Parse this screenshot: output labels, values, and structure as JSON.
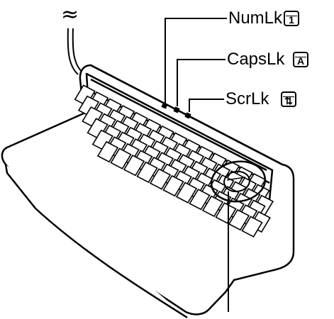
{
  "labels": {
    "num_lock": {
      "text": "NumLk",
      "icon_glyph": "1",
      "icon_name": "num-lock-indicator-icon"
    },
    "caps_lock": {
      "text": "CapsLk",
      "icon_glyph": "A",
      "icon_name": "caps-lock-indicator-icon"
    },
    "scroll_lock": {
      "text": "ScrLk",
      "icon_glyph": "⇅",
      "icon_name": "scroll-lock-indicator-icon"
    }
  },
  "cable_symbol": "≈",
  "colors": {
    "line": "#000000",
    "background": "#ffffff",
    "key_fill": "#ffffff"
  }
}
